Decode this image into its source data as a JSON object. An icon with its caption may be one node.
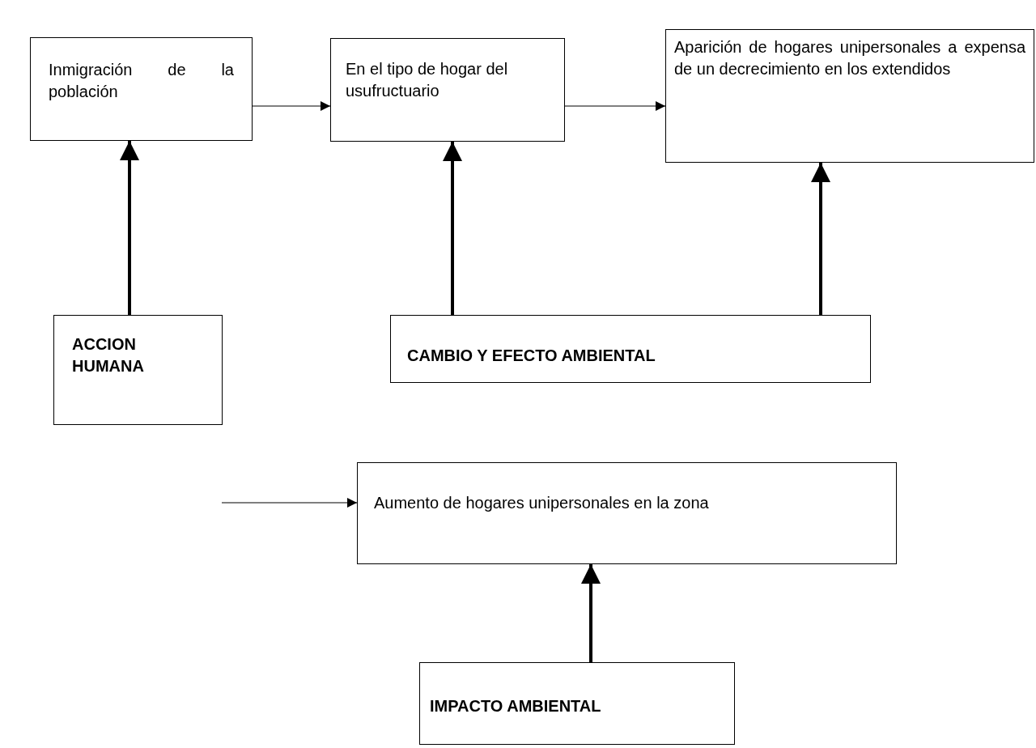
{
  "diagram": {
    "nodes": [
      {
        "text": [
          "Inmigración de la población"
        ]
      },
      {
        "text": [
          "En el tipo de hogar del usufructuario"
        ]
      },
      {
        "text": [
          "Aparición de hogares unipersonales a expensa de un decrecimiento en los extendidos"
        ]
      },
      {
        "text": [
          "ACCION HUMANA"
        ]
      },
      {
        "text": [
          "CAMBIO  Y EFECTO AMBIENTAL"
        ]
      },
      {
        "text": [
          "Aumento de hogares unipersonales en la zona"
        ]
      },
      {
        "text": [
          "IMPACTO AMBIENTAL"
        ]
      }
    ],
    "edges": [
      {
        "from": 0,
        "to": 1,
        "arrow": "to"
      },
      {
        "from": 1,
        "to": 2,
        "arrow": "to"
      },
      {
        "from": 3,
        "to": 0,
        "arrow": "to"
      },
      {
        "from": 4,
        "to": 1,
        "arrow": "to"
      },
      {
        "from": 4,
        "to": 2,
        "arrow": "to"
      },
      {
        "from": null,
        "to": 5,
        "arrow": "to"
      },
      {
        "from": 6,
        "to": 5,
        "arrow": "to"
      }
    ]
  }
}
